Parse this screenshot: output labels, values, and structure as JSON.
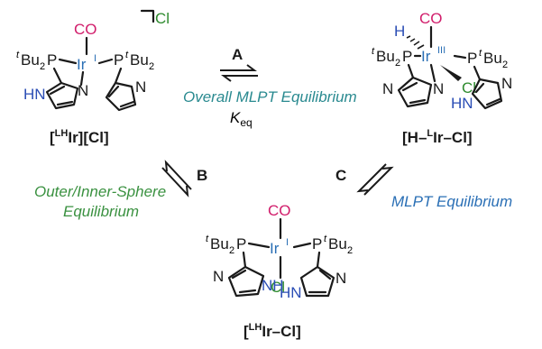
{
  "colors": {
    "co": "#d11d6b",
    "cl": "#2e8b2e",
    "ir": "#2a6fb5",
    "nh": "#2a4db5",
    "green_text": "#3a9140",
    "teal_text": "#2a8a90",
    "blue_text": "#2a6fb5",
    "bond": "#1a1a1a"
  },
  "labels": {
    "a": "A",
    "b": "B",
    "c": "C",
    "overall_eq": "Overall MLPT Equilibrium",
    "keq_k": "K",
    "keq_sub": "eq",
    "outer_line1": "Outer/Inner-Sphere",
    "outer_line2": "Equilibrium",
    "mlpt_eq": "MLPT Equilibrium"
  },
  "compounds": {
    "top_left": {
      "label_open": "[",
      "label_sup": "LH",
      "label_mid": "Ir][Cl]",
      "counterion": "Cl"
    },
    "top_right": {
      "label": "[H–",
      "label_sup": "L",
      "label_end": "Ir–Cl]",
      "hydride": "H",
      "ox": "III"
    },
    "bottom": {
      "label_open": "[",
      "label_sup": "LH",
      "label_end": "Ir–Cl]"
    }
  },
  "atoms": {
    "co": "CO",
    "ir": "Ir",
    "ir_ox": "I",
    "cl": "Cl",
    "p": "P",
    "tbu_t": "t",
    "tbu_bu": "Bu",
    "tbu_2": "2",
    "n": "N",
    "hn": "HN",
    "nh": "NH",
    "h": "H"
  }
}
